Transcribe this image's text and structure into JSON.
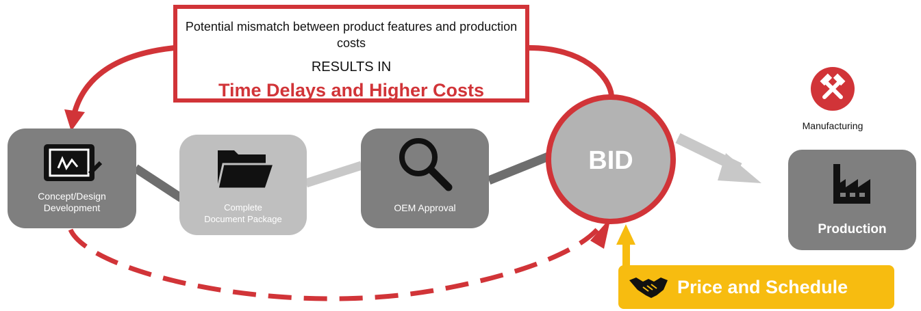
{
  "colors": {
    "accent_red": "#d13438",
    "box_dark": "#7f7f7f",
    "box_light": "#bfbfbf",
    "bid_fill": "#b3b3b3",
    "price_yellow": "#f7bc10",
    "connector_dark": "#6e6e6e",
    "connector_light": "#c8c8c8"
  },
  "callout": {
    "line1": "Potential mismatch between product features and production costs",
    "line2": "RESULTS IN",
    "line3": "Time Delays and Higher Costs"
  },
  "steps": [
    {
      "label_line1": "Concept/Design",
      "label_line2": "Development",
      "icon": "tablet-sketch-icon"
    },
    {
      "label_line1": "Complete",
      "label_line2": "Document Package",
      "icon": "folder-icon"
    },
    {
      "label_line1": "OEM Approval",
      "label_line2": "",
      "icon": "magnifier-icon"
    }
  ],
  "bid": {
    "label": "BID"
  },
  "manufacturing": {
    "label": "Manufacturing",
    "icon": "hammers-icon"
  },
  "production": {
    "label": "Production",
    "icon": "factory-icon"
  },
  "price": {
    "label": "Price and Schedule",
    "icon": "handshake-icon"
  }
}
